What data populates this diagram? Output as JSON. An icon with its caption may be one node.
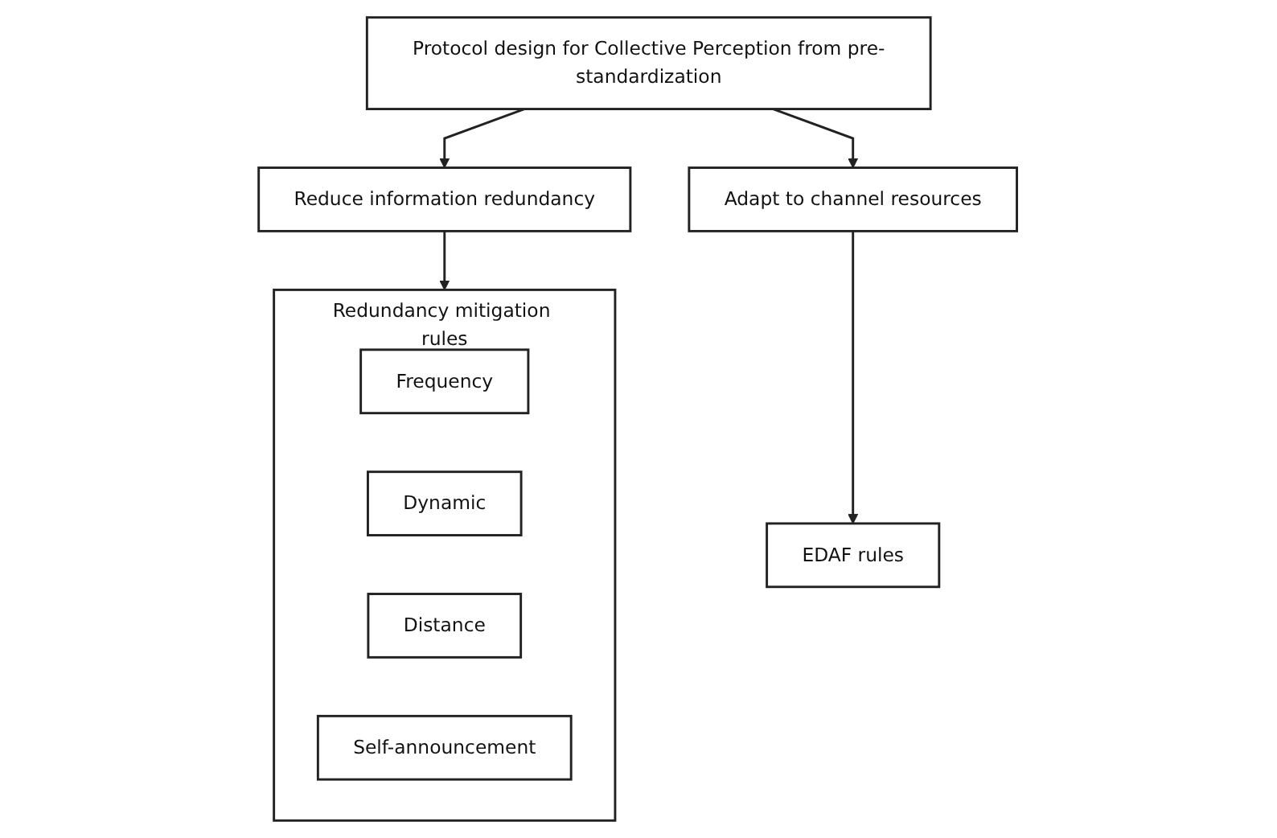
{
  "diagram": {
    "nodes": [
      {
        "text": [
          "Protocol design for Collective Perception from pre-standardization"
        ]
      },
      {
        "text": [
          "Reduce information redundancy"
        ]
      },
      {
        "text": [
          "Adapt to channel resources"
        ]
      },
      {
        "text": [
          "Redundancy mitigation rules"
        ]
      },
      {
        "text": [
          "Frequency"
        ],
        "in": 3
      },
      {
        "text": [
          "Dynamic"
        ],
        "in": 3
      },
      {
        "text": [
          "Distance"
        ],
        "in": 3
      },
      {
        "text": [
          "Self-announcement"
        ],
        "in": 3
      },
      {
        "text": [
          "EDAF rules"
        ]
      }
    ],
    "edges": [
      {
        "from": 0,
        "to": 1,
        "arrow": "to"
      },
      {
        "from": 0,
        "to": 2,
        "arrow": "to"
      },
      {
        "from": 1,
        "to": 3,
        "arrow": "to"
      },
      {
        "from": 2,
        "to": 8,
        "arrow": "to"
      }
    ]
  }
}
